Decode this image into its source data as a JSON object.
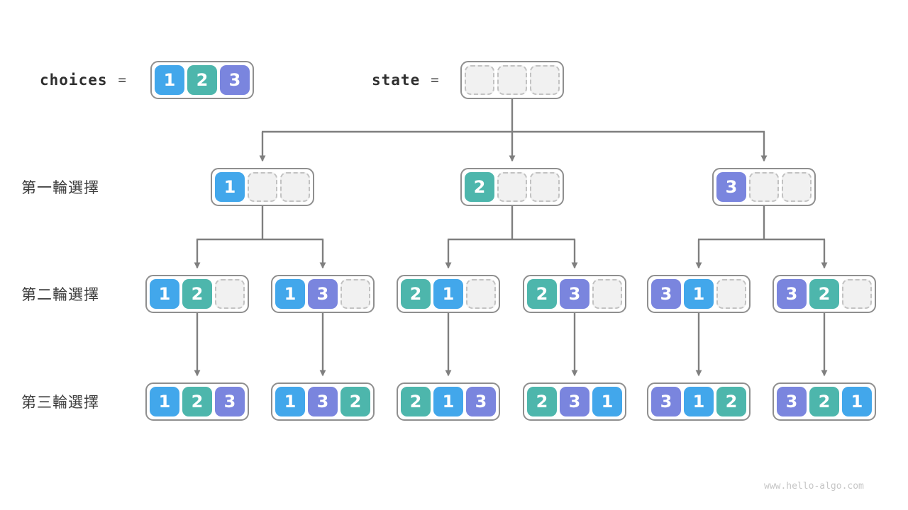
{
  "palette": {
    "1": "#42A7EB",
    "2": "#4DB6AC",
    "3": "#7A85DE"
  },
  "header": {
    "choices_label": "choices",
    "state_label": "state",
    "equals": "="
  },
  "arrays": {
    "choices": [
      "1",
      "2",
      "3"
    ],
    "state": [
      "",
      "",
      ""
    ]
  },
  "row_labels": [
    "第一輪選擇",
    "第二輪選擇",
    "第三輪選擇"
  ],
  "tree": {
    "level1": [
      [
        "1",
        "",
        ""
      ],
      [
        "2",
        "",
        ""
      ],
      [
        "3",
        "",
        ""
      ]
    ],
    "level2": [
      [
        "1",
        "2",
        ""
      ],
      [
        "1",
        "3",
        ""
      ],
      [
        "2",
        "1",
        ""
      ],
      [
        "2",
        "3",
        ""
      ],
      [
        "3",
        "1",
        ""
      ],
      [
        "3",
        "2",
        ""
      ]
    ],
    "level3": [
      [
        "1",
        "2",
        "3"
      ],
      [
        "1",
        "3",
        "2"
      ],
      [
        "2",
        "1",
        "3"
      ],
      [
        "2",
        "3",
        "1"
      ],
      [
        "3",
        "1",
        "2"
      ],
      [
        "3",
        "2",
        "1"
      ]
    ]
  },
  "footer": {
    "url": "www.hello-algo.com"
  }
}
